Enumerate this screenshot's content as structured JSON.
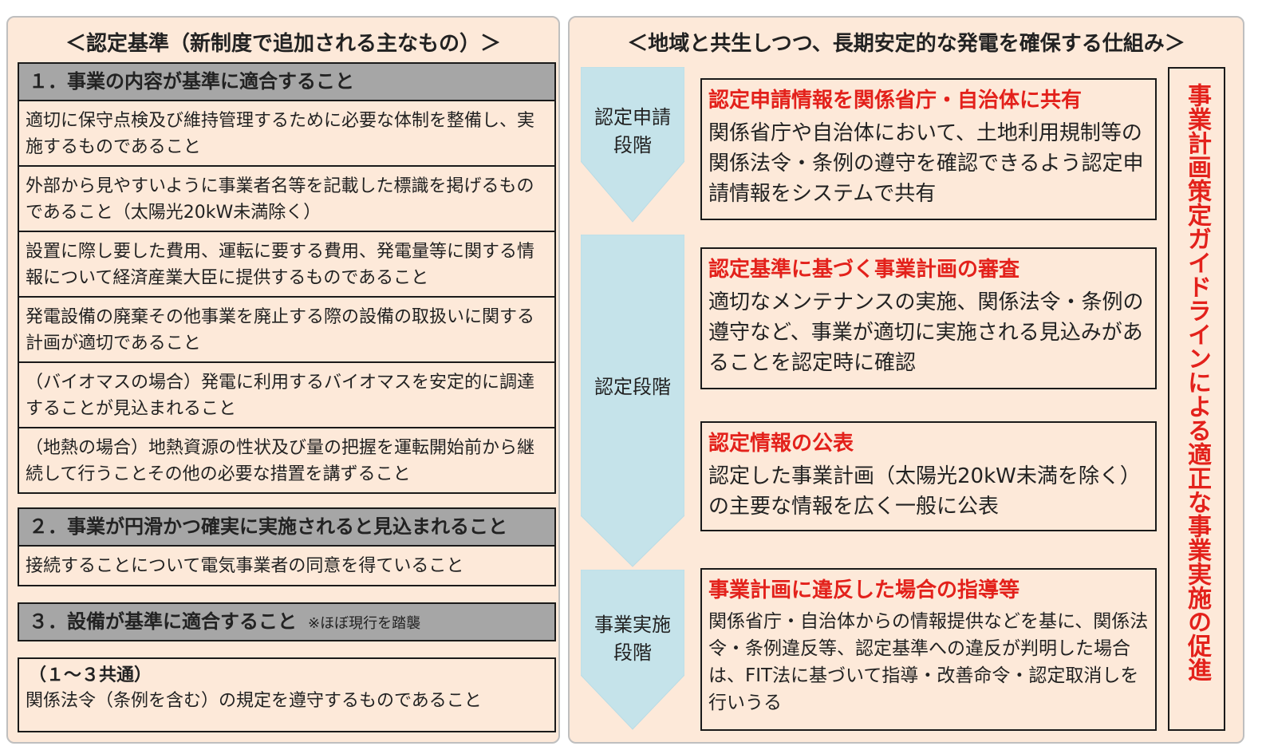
{
  "left": {
    "title": "＜認定基準（新制度で追加される主なもの）＞",
    "sections": [
      {
        "header": "１．事業の内容が基準に適合すること",
        "items": [
          "適切に保守点検及び維持管理するために必要な体制を整備し、実施するものであること",
          "外部から見やすいように事業者名等を記載した標識を掲げるものであること（太陽光20kW未満除く）",
          "設置に際し要した費用、運転に要する費用、発電量等に関する情報について経済産業大臣に提供するものであること",
          "発電設備の廃棄その他事業を廃止する際の設備の取扱いに関する計画が適切であること",
          "（バイオマスの場合）発電に利用するバイオマスを安定的に調達することが見込まれること",
          "（地熱の場合）地熱資源の性状及び量の把握を運転開始前から継続して行うことその他の必要な措置を講ずること"
        ]
      },
      {
        "header": "２．事業が円滑かつ確実に実施されると見込まれること",
        "items": [
          "接続することについて電気事業者の同意を得ていること"
        ]
      },
      {
        "header": "３．設備が基準に適合すること",
        "note": "※ほぼ現行を踏襲"
      }
    ],
    "common": {
      "title": "（１～３共通）",
      "text": "関係法令（条例を含む）の規定を遵守するものであること"
    }
  },
  "right": {
    "title": "＜地域と共生しつつ、長期安定的な発電を確保する仕組み＞",
    "stages": [
      {
        "label": "認定申請段階"
      },
      {
        "label": "認定段階"
      },
      {
        "label": "事業実施段階"
      }
    ],
    "boxes": [
      {
        "title": "認定申請情報を関係省庁・自治体に共有",
        "body": "関係省庁や自治体において、土地利用規制等の関係法令・条例の遵守を確認できるよう認定申請情報をシステムで共有"
      },
      {
        "title": "認定基準に基づく事業計画の審査",
        "body": "適切なメンテナンスの実施、関係法令・条例の遵守など、事業が適切に実施される見込みがあることを認定時に確認"
      },
      {
        "title": "認定情報の公表",
        "body": "認定した事業計画（太陽光20kW未満を除く）の主要な情報を広く一般に公表"
      },
      {
        "title": "事業計画に違反した場合の指導等",
        "body": "関係省庁・自治体からの情報提供などを基に、関係法令・条例違反等、認定基準への違反が判明した場合は、FIT法に基づいて指導・改善命令・認定取消しを行いうる"
      }
    ],
    "guideline": "事業計画策定ガイドラインによる適正な事業実施の促進"
  },
  "colors": {
    "panel_bg": "#fde9d9",
    "header_bg": "#a6a6a6",
    "arrow_fill": "#c5e3ea",
    "accent_red": "#e3211b"
  }
}
